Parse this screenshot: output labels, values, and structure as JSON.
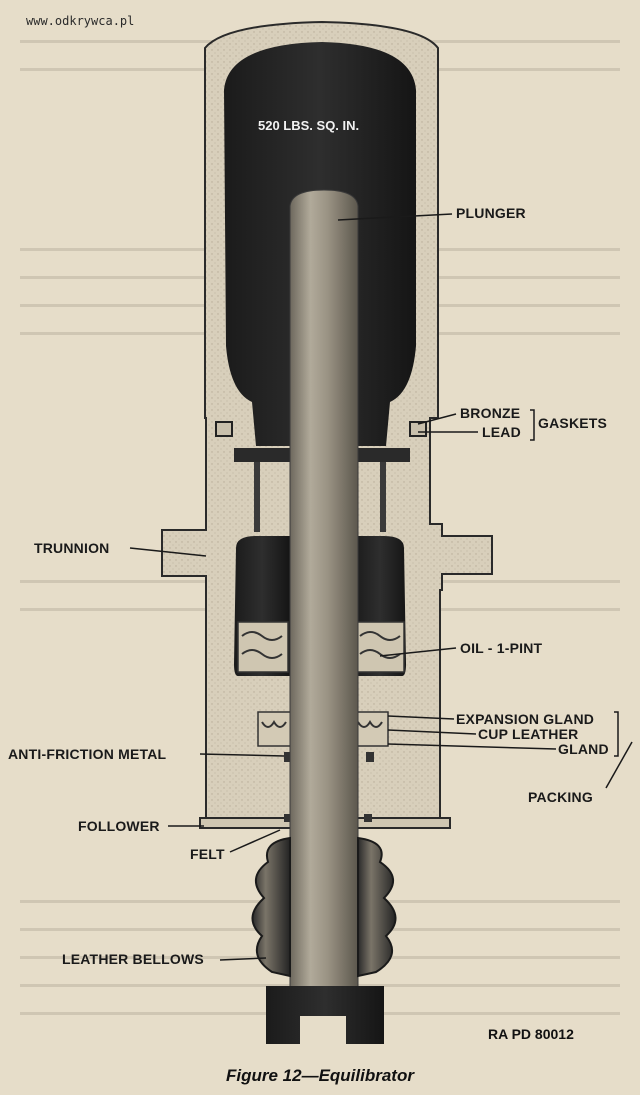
{
  "watermark": "www.odkrywca.pl",
  "pressure_label": "520 LBS. SQ. IN.",
  "labels": {
    "plunger": "PLUNGER",
    "bronze": "BRONZE",
    "lead": "LEAD",
    "gaskets": "GASKETS",
    "trunnion": "TRUNNION",
    "oil": "OIL - 1-PINT",
    "expansion_gland": "EXPANSION GLAND",
    "cup_leather": "CUP LEATHER",
    "gland": "GLAND",
    "anti_friction_metal": "ANTI-FRICTION METAL",
    "packing": "PACKING",
    "follower": "FOLLOWER",
    "felt": "FELT",
    "leather_bellows": "LEATHER BELLOWS"
  },
  "reference": "RA PD 80012",
  "caption": "Figure 12—Equilibrator"
}
